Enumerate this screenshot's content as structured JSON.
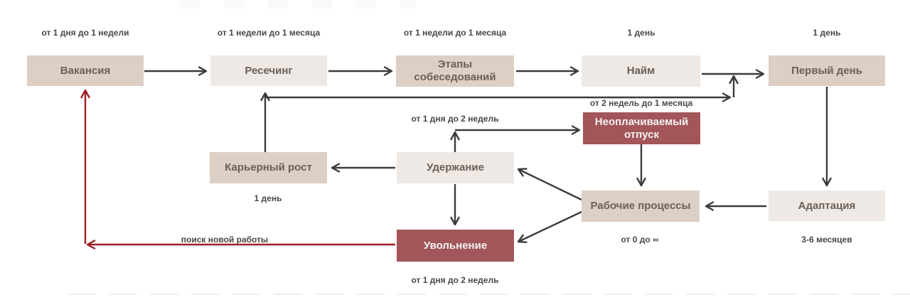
{
  "diagram": {
    "nodes": {
      "vacancy": {
        "label": "Вакансия",
        "duration": "от 1 дня до 1 недели"
      },
      "research": {
        "label": "Ресечинг",
        "duration": "от 1 недели до 1 месяца"
      },
      "interviews": {
        "label": "Этапы собеседований",
        "duration": "от 1 недели до 1 месяца"
      },
      "hiring": {
        "label": "Найм",
        "duration": "1 день"
      },
      "first_day": {
        "label": "Первый день",
        "duration": "1 день"
      },
      "unpaid_leave": {
        "label": "Неоплачиваемый отпуск",
        "duration": "от 2 недель до 1 месяца"
      },
      "career_growth": {
        "label": "Карьерный рост",
        "duration": "1 день"
      },
      "retention": {
        "label": "Удержание",
        "duration": "от 1 дня до 2 недель"
      },
      "work_processes": {
        "label": "Рабочие процессы",
        "duration": "от 0 до ∞"
      },
      "adaptation": {
        "label": "Адаптация",
        "duration": "3-6 месяцев"
      },
      "dismissal": {
        "label": "Увольнение",
        "duration": "от 1 дня до 2 недель"
      }
    },
    "edge_labels": {
      "new_job_search": "поиск новой работы"
    },
    "colors": {
      "c-bg": "#ffffff",
      "c-box-dark": "#ddcfc4",
      "c-box-light": "#efe9e5",
      "c-box-maroon": "#a25659",
      "c-box-text": "#6b6057",
      "c-box-text-inv": "#f6f1f1",
      "c-label": "#4c4642",
      "c-arrow": "#3b3b3b",
      "c-arrow-red": "#9e2025"
    }
  }
}
